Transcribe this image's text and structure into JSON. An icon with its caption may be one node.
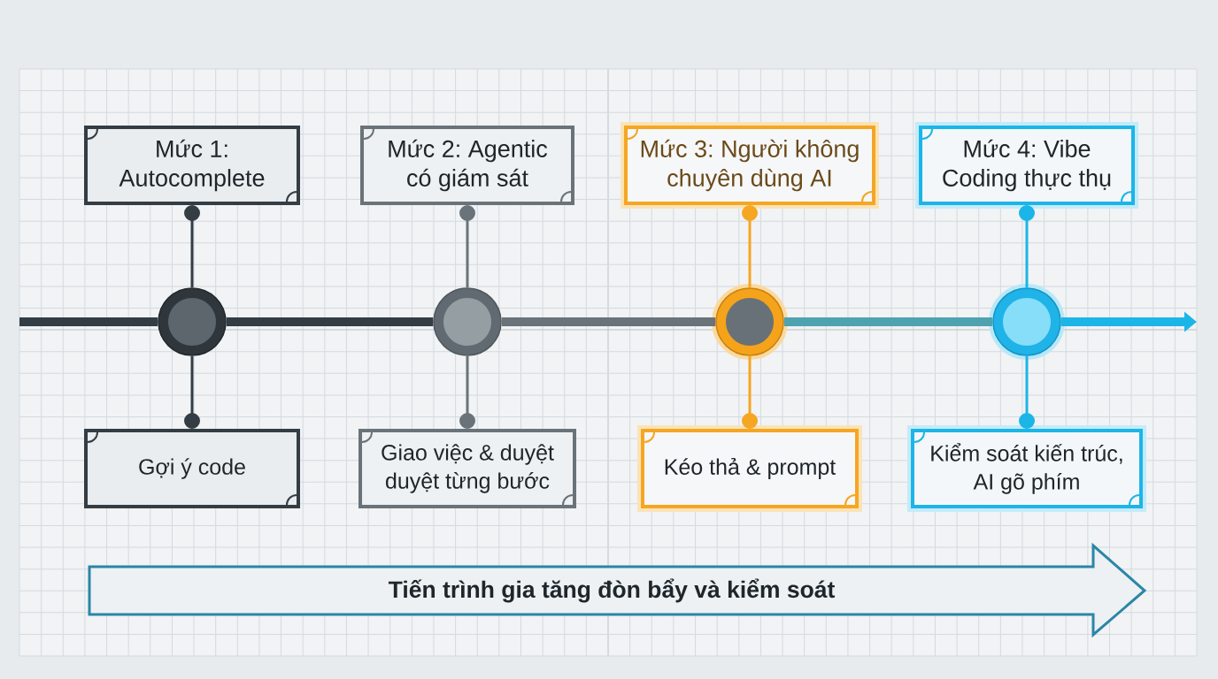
{
  "diagram": {
    "nodes": [
      {
        "text": [
          "Mức 1: Autocomplete"
        ]
      },
      {
        "text": [
          "Mức 2: Agentic có giám sát"
        ]
      },
      {
        "text": [
          "Mức 3: Người không chuyên dùng AI"
        ]
      },
      {
        "text": [
          "Mức 4: Vibe Coding thực thụ"
        ]
      },
      {
        "text": [],
        "shape": "circle"
      },
      {
        "text": [],
        "shape": "circle"
      },
      {
        "text": [],
        "shape": "circle"
      },
      {
        "text": [],
        "shape": "circle"
      },
      {
        "text": [
          "Gợi ý code"
        ]
      },
      {
        "text": [
          "Giao việc & duyệt duyệt từng bước"
        ]
      },
      {
        "text": [
          "Kéo thả & prompt"
        ]
      },
      {
        "text": [
          "Kiểm soát kiến trúc, AI gõ phím"
        ]
      },
      {
        "text": [
          "Tiến trình gia tăng đòn bẩy và kiểm soát"
        ]
      }
    ],
    "edges": [
      {
        "from": 0,
        "to": 4,
        "arrow": "other"
      },
      {
        "from": 8,
        "to": 4,
        "arrow": "other"
      },
      {
        "from": 1,
        "to": 5,
        "arrow": "other",
        "color": "#6a7379"
      },
      {
        "from": 9,
        "to": 5,
        "arrow": "other",
        "color": "#6a7379"
      },
      {
        "from": 2,
        "to": 6,
        "arrow": "other",
        "color": "#f5a623"
      },
      {
        "from": 10,
        "to": 6,
        "arrow": "other",
        "color": "#f5a623"
      },
      {
        "from": 3,
        "to": 7,
        "arrow": "other",
        "color": "#1cb5e8"
      },
      {
        "from": 11,
        "to": 7,
        "arrow": "other",
        "color": "#1cb5e8"
      },
      {
        "from": null,
        "to": 4,
        "arrow": "none",
        "style": "thick"
      },
      {
        "from": 4,
        "to": 5,
        "arrow": "none",
        "style": "thick"
      },
      {
        "from": 5,
        "to": 6,
        "arrow": "none",
        "style": "thick",
        "color": "#6a7379"
      },
      {
        "from": 6,
        "to": 7,
        "arrow": "none",
        "style": "thick",
        "color": "#4fa3b0"
      },
      {
        "from": 7,
        "to": null,
        "arrow": "to",
        "style": "thick",
        "color": "#1cb5e8"
      }
    ]
  }
}
